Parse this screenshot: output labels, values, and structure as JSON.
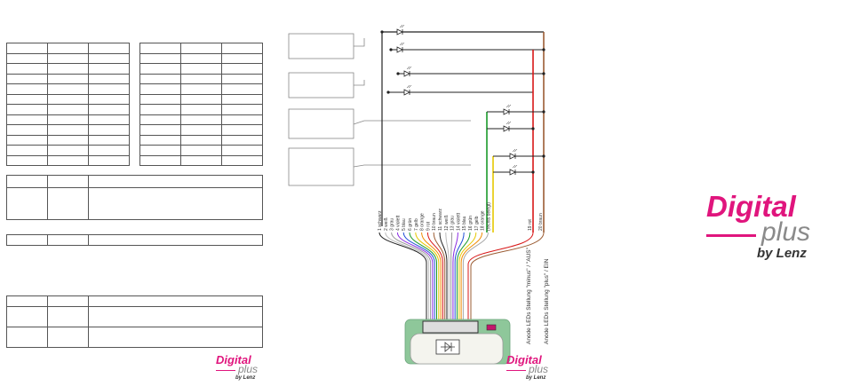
{
  "wire_labels": [
    "1 schwarz",
    "2 weiß",
    "3 grau",
    "4 violett",
    "5 blau",
    "6 grün",
    "7 gelb",
    "8 orange",
    "9 rot",
    "10 braun",
    "11 schwarz",
    "12 weiß",
    "13 grau",
    "14 violett",
    "15 blau",
    "16 grün",
    "17 gelb",
    "18 orange",
    "(rechts belegt)"
  ],
  "right_labels": [
    "19 rot",
    "20 braun"
  ],
  "vertical_notes": [
    "Anode LEDs Stellung \"minus\" / \"AUS\"",
    "Anode LEDs Stellung \"plus\" / EIN"
  ],
  "logo": {
    "brand": "Digital",
    "suffix": "plus",
    "by": "by Lenz"
  },
  "colors": {
    "accent": "#e0157d"
  }
}
